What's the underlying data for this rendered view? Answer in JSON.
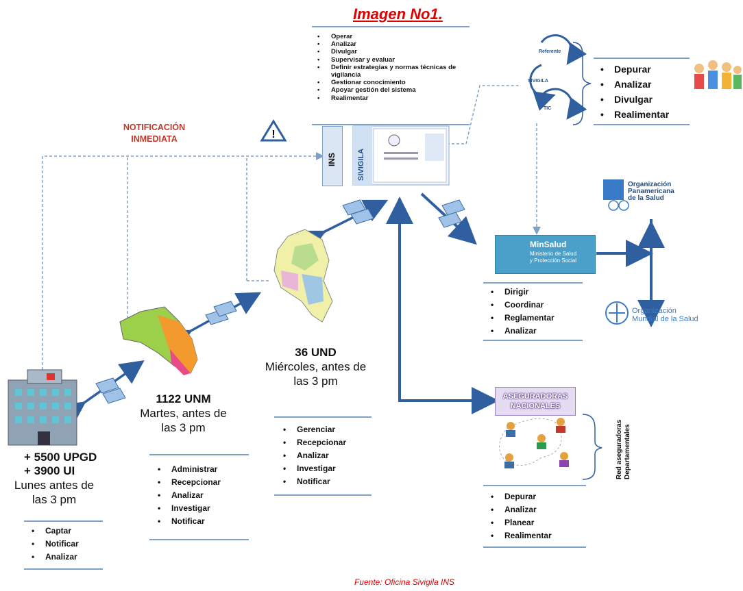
{
  "title": "Imagen No1.",
  "ins_functions": [
    "Operar",
    "Analizar",
    "Divulgar",
    "Supervisar y evaluar",
    "Definir estrategias y normas técnicas de vigilancia",
    "Gestionar conocimiento",
    "Apoyar gestión del sistema",
    "Realimentar"
  ],
  "notification": "NOTIFICACIÓN INMEDIATA",
  "ins_label": "INS",
  "sivigila_label": "SIVIGILA",
  "cycle": {
    "top": "Referente",
    "mid": "SIVIGILA",
    "bottom": "TIC"
  },
  "community_functions": [
    "Depurar",
    "Analizar",
    "Divulgar",
    "Realimentar"
  ],
  "ops": {
    "line1": "Organización",
    "line2": "Panamericana",
    "line3": "de la Salud"
  },
  "oms": {
    "line1": "Organización",
    "line2": "Mundial de la Salud"
  },
  "minsalud": {
    "name": "MinSalud",
    "sub1": "Ministerio de Salud",
    "sub2": "y Protección Social"
  },
  "minsalud_functions": [
    "Dirigir",
    "Coordinar",
    "Reglamentar",
    "Analizar"
  ],
  "aseguradoras": {
    "label": "ASEGURADORAS NACIONALES",
    "side": "Red aseguradoras Departamentales"
  },
  "aseguradoras_functions": [
    "Depurar",
    "Analizar",
    "Planear",
    "Realimentar"
  ],
  "upgd": {
    "count1": "+ 5500 UPGD",
    "count2": "+ 3900 UI",
    "when": "Lunes antes de las 3 pm",
    "functions": [
      "Captar",
      "Notificar",
      "Analizar"
    ]
  },
  "unm": {
    "count": "1122 UNM",
    "when": "Martes, antes de las 3 pm",
    "functions": [
      "Administrar",
      "Recepcionar",
      "Analizar",
      "Investigar",
      "Notificar"
    ]
  },
  "und": {
    "count": "36 UND",
    "when": "Miércoles, antes de las 3 pm",
    "functions": [
      "Gerenciar",
      "Recepcionar",
      "Analizar",
      "Investigar",
      "Notificar"
    ]
  },
  "source": "Fuente: Oficina Sivigila INS"
}
